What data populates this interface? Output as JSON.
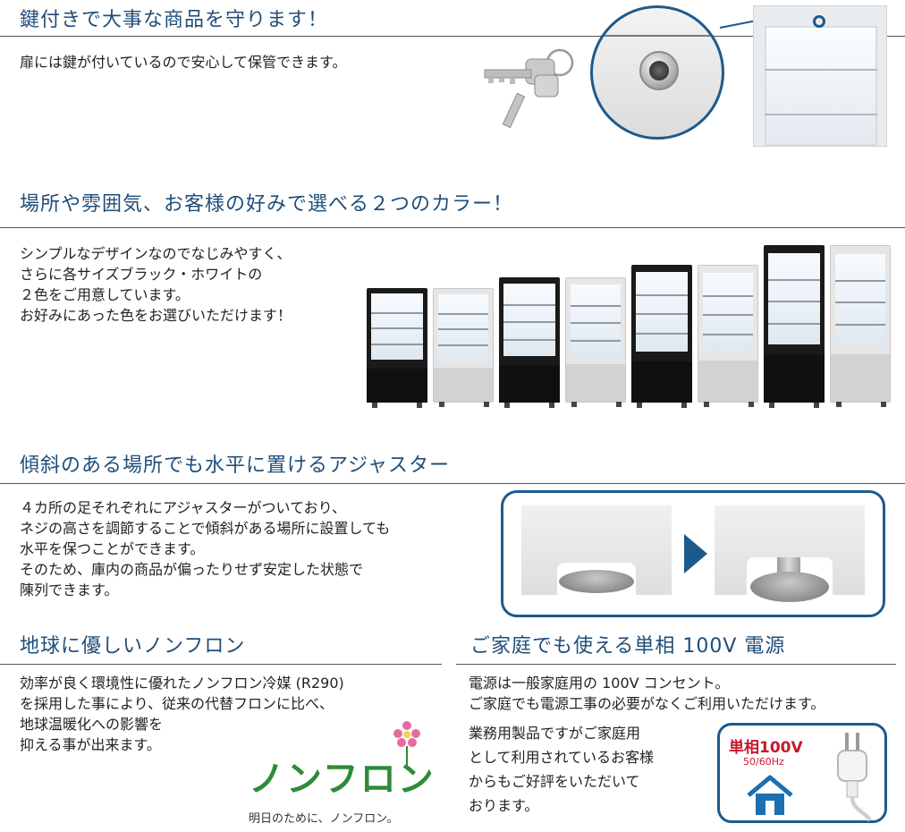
{
  "sections": {
    "lock": {
      "heading": "鍵付きで大事な商品を守ります！",
      "body": [
        "扉には鍵が付いているので安心して保管できます。"
      ]
    },
    "colors": {
      "heading": "場所や雰囲気、お客様の好みで選べる２つのカラー！",
      "body": [
        "シンプルなデザインなのでなじみやすく、",
        "さらに各サイズブラック・ホワイトの",
        "２色をご用意しています。",
        "お好みにあった色をお選びいただけます！"
      ]
    },
    "adjuster": {
      "heading": "傾斜のある場所でも水平に置けるアジャスター",
      "body": [
        "４カ所の足それぞれにアジャスターがついており、",
        "ネジの高さを調節することで傾斜がある場所に設置しても",
        "水平を保つことができます。",
        "そのため、庫内の商品が偏ったりせず安定した状態で",
        "陳列できます。"
      ]
    },
    "nonfreon": {
      "heading": "地球に優しいノンフロン",
      "body": [
        "効率が良く環境性に優れたノンフロン冷媒 (R290)",
        "を採用した事により、従来の代替フロンに比べ、",
        "地球温暖化への影響を",
        "抑える事が出来ます。"
      ],
      "logo_text": "ノンフロン",
      "logo_tagline": "明日のために、ノンフロン。"
    },
    "power": {
      "heading": "ご家庭でも使える単相 100V 電源",
      "body": [
        "電源は一般家庭用の 100V コンセント。",
        "ご家庭でも電源工事の必要がなくご利用いただけます。",
        "業務用製品ですがご家庭用",
        "として利用されているお客様",
        "からもご好評をいただいて",
        "おります。"
      ],
      "badge_main": "単相100V",
      "badge_sub": "50/60Hz"
    }
  },
  "colors": {
    "heading": "#1f4e79",
    "accent": "#1d5a8c",
    "logo_green": "#2f8a3a",
    "badge_red": "#c8172c"
  },
  "icons": [
    "key-icon",
    "lock-cylinder-icon",
    "arrow-right-icon",
    "house-icon",
    "power-plug-icon",
    "flower-icon"
  ],
  "showcase_colors": [
    "black",
    "white",
    "black",
    "white",
    "black",
    "white",
    "black",
    "white"
  ]
}
